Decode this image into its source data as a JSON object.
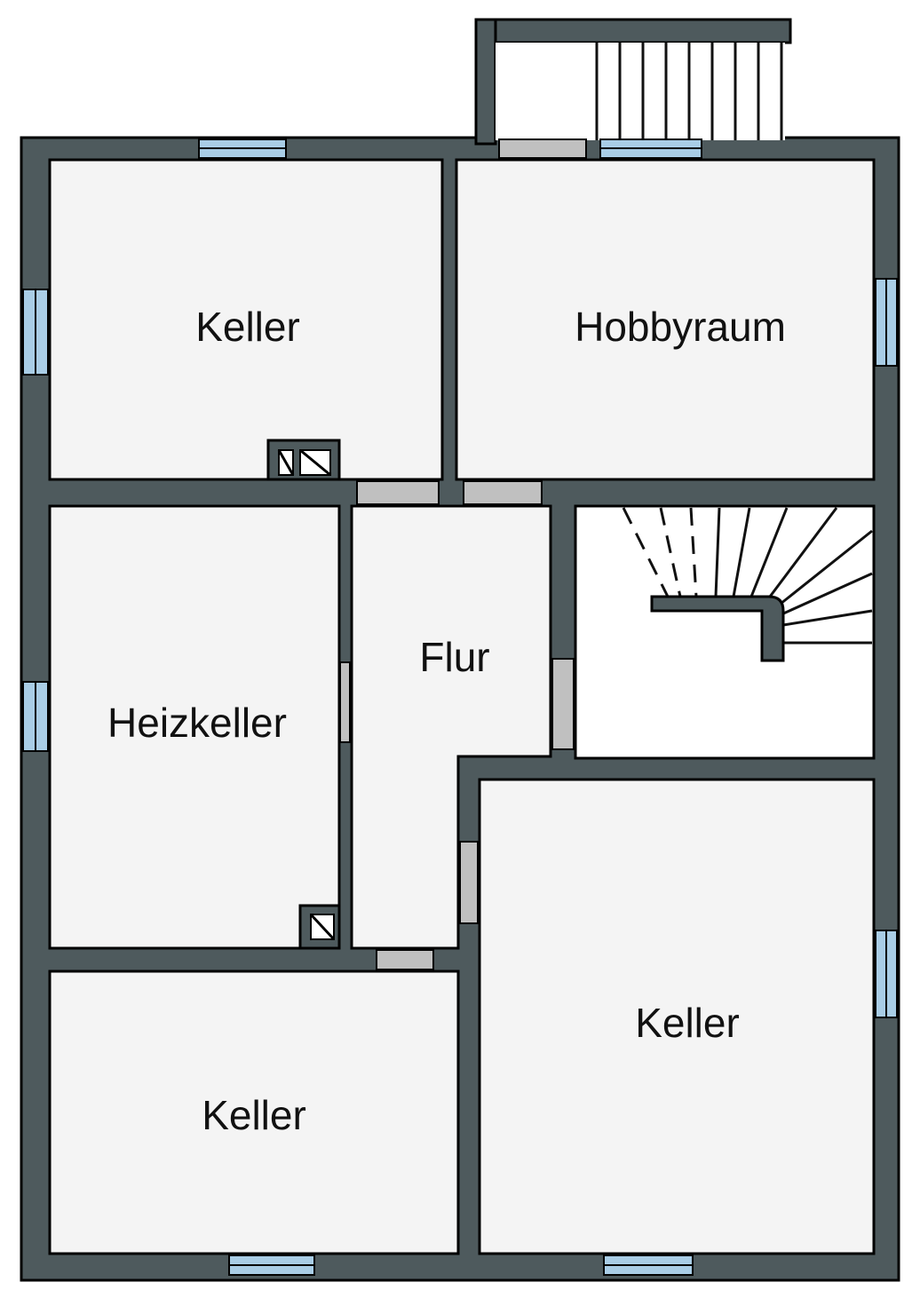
{
  "rooms": {
    "keller_top_left": {
      "label": "Keller"
    },
    "hobbyraum": {
      "label": "Hobbyraum"
    },
    "heizkeller": {
      "label": "Heizkeller"
    },
    "flur": {
      "label": "Flur"
    },
    "keller_bottom_left": {
      "label": "Keller"
    },
    "keller_bottom_right": {
      "label": "Keller"
    }
  },
  "colors": {
    "wall": "#4e5a5d",
    "room_fill": "#f4f4f4",
    "stair_fill": "#ffffff",
    "window": "#a9cde6",
    "door_opening": "#c0c0c0",
    "text": "#111111"
  }
}
